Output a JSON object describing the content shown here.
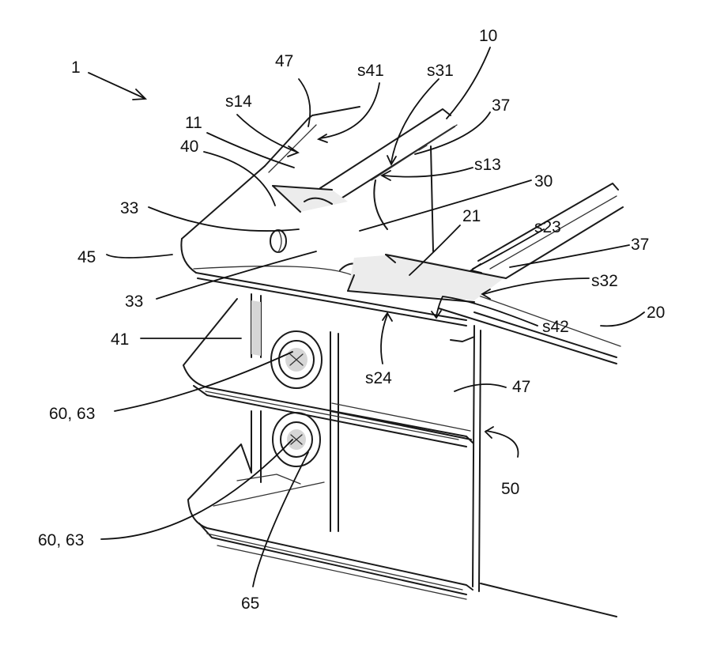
{
  "figure": {
    "labels": {
      "l1": "1",
      "l47a": "47",
      "s41": "s41",
      "s31": "s31",
      "l10": "10",
      "s14": "s14",
      "l37a": "37",
      "l11": "11",
      "l40": "40",
      "s13": "s13",
      "l30": "30",
      "l33a": "33",
      "l21": "21",
      "s23": "s23",
      "l45": "45",
      "l37b": "37",
      "s32": "s32",
      "l33b": "33",
      "l20": "20",
      "s42": "s42",
      "l41": "41",
      "s24": "s24",
      "l47b": "47",
      "l6063a": "60, 63",
      "l50": "50",
      "l6063b": "60, 63",
      "l65": "65"
    }
  }
}
